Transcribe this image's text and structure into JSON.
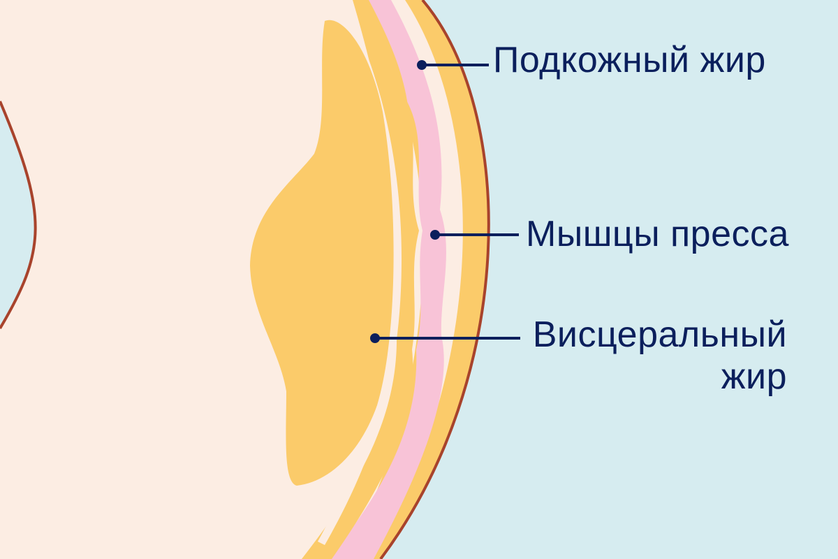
{
  "labels": {
    "subcutaneous_fat": "Подкожный жир",
    "abs_muscles": "Мышцы пресса",
    "visceral_fat_line1": "Висцеральный",
    "visceral_fat_line2": "жир"
  },
  "colors": {
    "background": "#d6ecf0",
    "body": "#fcede3",
    "fat": "#fbcb6a",
    "muscle": "#f8c3d7",
    "outline": "#a8432c",
    "label_text": "#0b1f5c",
    "pointer": "#0b1f5c"
  }
}
